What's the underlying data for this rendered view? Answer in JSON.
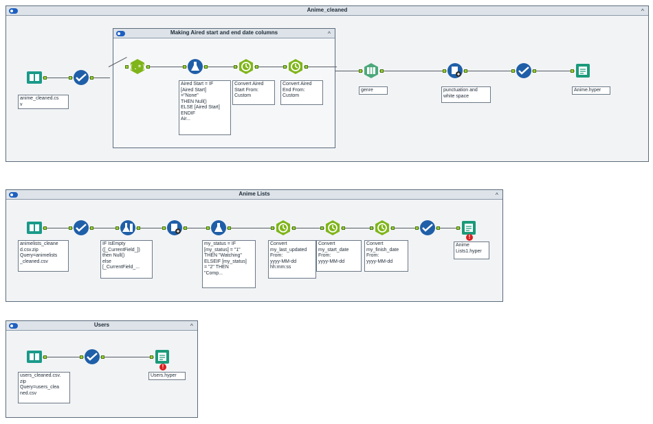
{
  "containers": {
    "anime_cleaned": {
      "title": "Anime_cleaned",
      "collapse": "^"
    },
    "aired": {
      "title": "Making Aired start and end date columns",
      "collapse": "^"
    },
    "anime_lists": {
      "title": "Anime Lists",
      "collapse": "^"
    },
    "users": {
      "title": "Users",
      "collapse": "^"
    }
  },
  "tools": {
    "ac_input": {
      "label": "anime_cleaned.cs\nv",
      "icon": "book-icon"
    },
    "ac_select": {
      "icon": "check-icon"
    },
    "ac_multifield": {
      "icon": "regex-icon"
    },
    "ac_formula": {
      "label": "Aired Start = IF\n[Aired Start]\n=\"None\"\nTHEN Null()\nELSE [Aired Start]\nENDIF\nAir...",
      "icon": "flask-icon"
    },
    "ac_datetime1": {
      "label": "Convert Aired\nStart From:\nCustom",
      "icon": "clock-icon"
    },
    "ac_datetime2": {
      "label": "Convert Aired\nEnd From:\nCustom",
      "icon": "clock-icon"
    },
    "ac_genre": {
      "label": "genre",
      "icon": "text-to-columns-icon"
    },
    "ac_cleanse": {
      "label": "punctuation and\nwhite space",
      "icon": "cleanse-icon"
    },
    "ac_select2": {
      "icon": "check-icon"
    },
    "ac_output": {
      "label": "Anime.hyper",
      "icon": "output-icon"
    },
    "al_input": {
      "label": "animelists_cleane\nd.csv.zip\nQuery=animelists\n_cleaned.csv",
      "icon": "book-icon"
    },
    "al_select": {
      "icon": "check-icon"
    },
    "al_multifield": {
      "label": "IF IsEmpty\n([_CurrentField_])\nthen Null()\nelse\n[_CurrentField_...",
      "icon": "multifield-formula-icon"
    },
    "al_cleanse": {
      "icon": "cleanse-icon"
    },
    "al_formula": {
      "label": "my_status = IF\n[my_status] = \"1\"\nTHEN \"Watching\"\nELSEIF [my_status]\n= \"2\" THEN\n\"Comp...",
      "icon": "flask-icon"
    },
    "al_dt1": {
      "label": "Convert\nmy_last_updated\nFrom:\nyyyy-MM-dd\nhh:mm:ss",
      "icon": "clock-icon"
    },
    "al_dt2": {
      "label": "Convert\nmy_start_date\nFrom:\nyyyy-MM-dd",
      "icon": "clock-icon"
    },
    "al_dt3": {
      "label": "Convert\nmy_finish_date\nFrom:\nyyyy-MM-dd",
      "icon": "clock-icon"
    },
    "al_select2": {
      "icon": "check-icon"
    },
    "al_output": {
      "label": "Anime\nLists1.hyper",
      "icon": "output-icon",
      "badge": "!"
    },
    "u_input": {
      "label": "users_cleaned.csv.\nzip\nQuery=users_clea\nned.csv",
      "icon": "book-icon"
    },
    "u_select": {
      "icon": "check-icon"
    },
    "u_output": {
      "label": "Users.hyper",
      "icon": "output-icon",
      "badge": "!"
    }
  },
  "colors": {
    "input": "#1a9a8a",
    "select": "#1f5fa8",
    "preparation": "#7fb519",
    "parse": "#4ba87a",
    "transform": "#1f5fa8",
    "output": "#1a9a7a",
    "error": "#d91f1f"
  }
}
